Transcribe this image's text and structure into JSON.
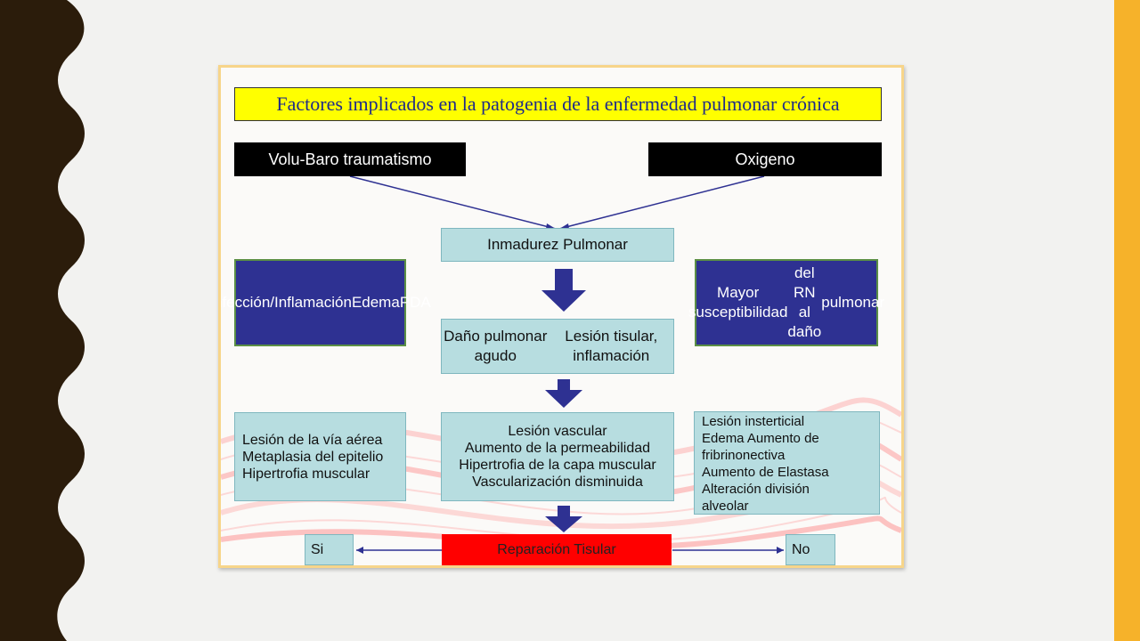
{
  "theme": {
    "accent": "#f6b22a",
    "wave_color": "#2b1c0b",
    "title_bg": "#ffff00",
    "title_text": "#1f2a8a",
    "navy": "#2e3192",
    "teal": "#b7dde0",
    "red": "#ff0000"
  },
  "slide": {
    "title": "Factores implicados en la patogenia de la enfermedad pulmonar crónica",
    "top_left": "Volu-Baro traumatismo",
    "top_right": "Oxigeno",
    "center_1": "Inmadurez Pulmonar",
    "left_navy": [
      "Infección/Inflamación",
      "Edema",
      "PDA"
    ],
    "right_navy": [
      "Mayor susceptibilidad",
      "del RN al daño",
      "pulmonar"
    ],
    "center_2": [
      "Daño pulmonar agudo",
      "Lesión tisular, inflamación"
    ],
    "left_teal": [
      "Lesión de la vía aérea",
      "Metaplasia del epitelio",
      "Hipertrofia muscular"
    ],
    "center_3": [
      "Lesión vascular",
      "Aumento de la permeabilidad",
      "Hipertrofia de la capa muscular",
      "Vascularización disminuida"
    ],
    "right_teal": [
      "Lesión insterticial",
      "Edema Aumento de",
      "fribrinonectiva",
      "Aumento de Elastasa",
      "Alteración división",
      "alveolar"
    ],
    "bottom_center": "Reparación Tisular",
    "bottom_left": "Si",
    "bottom_right": "No"
  }
}
